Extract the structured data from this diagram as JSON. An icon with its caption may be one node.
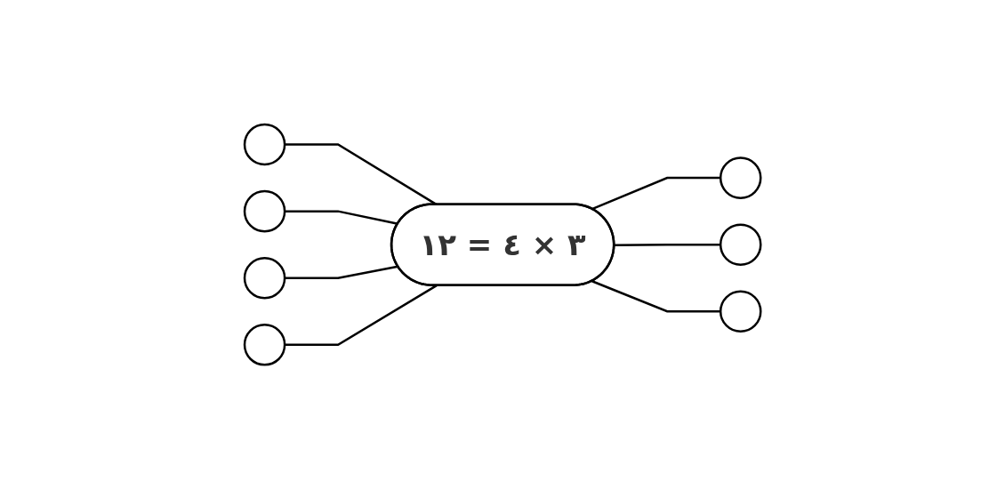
{
  "diagram": {
    "nodes": [
      {
        "text": [],
        "shape": "circle"
      },
      {
        "text": [],
        "shape": "circle"
      },
      {
        "text": [],
        "shape": "circle"
      },
      {
        "text": [],
        "shape": "circle"
      },
      {
        "text": [
          "٣ × ٤ = ١٢"
        ]
      },
      {
        "text": [],
        "shape": "circle"
      },
      {
        "text": [],
        "shape": "circle"
      },
      {
        "text": [],
        "shape": "circle"
      }
    ],
    "edges": [
      {
        "from": 0,
        "to": 4,
        "arrow": "none"
      },
      {
        "from": 1,
        "to": 4,
        "arrow": "none"
      },
      {
        "from": 4,
        "to": 2,
        "arrow": "none"
      },
      {
        "from": 3,
        "to": 4,
        "arrow": "none"
      },
      {
        "from": 4,
        "to": 5,
        "arrow": "none"
      },
      {
        "from": 6,
        "to": 4,
        "arrow": "none"
      },
      {
        "from": 4,
        "to": 7,
        "arrow": "none"
      }
    ]
  }
}
